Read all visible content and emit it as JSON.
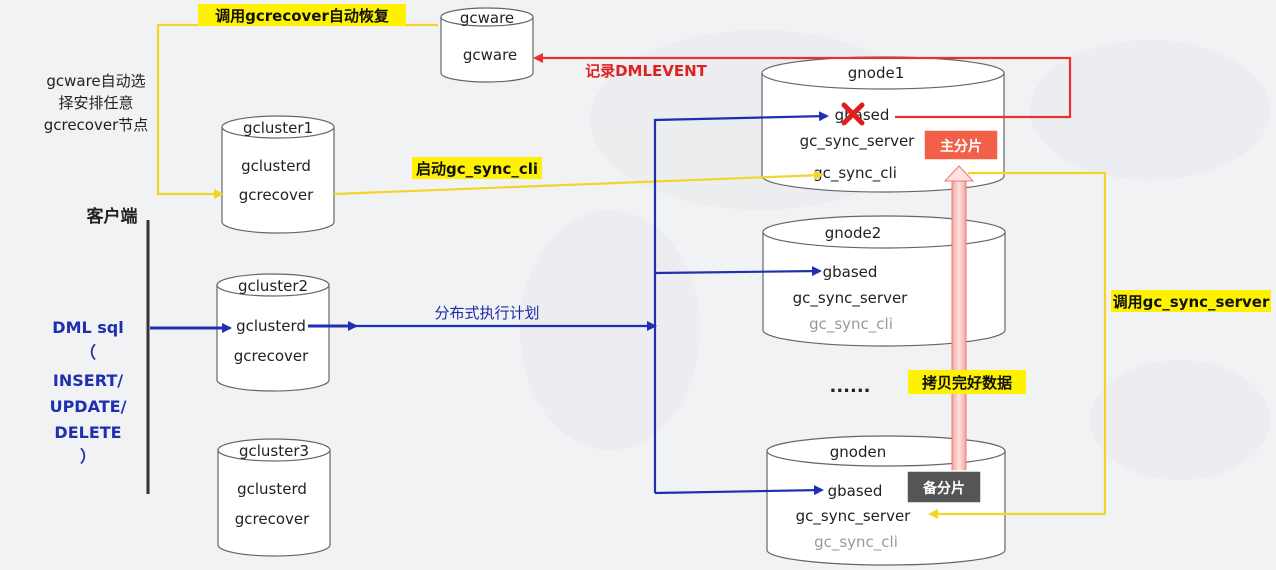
{
  "gcware": {
    "title": "gcware",
    "label": "gcware"
  },
  "gcluster1": {
    "title": "gcluster1",
    "items": [
      "gclusterd",
      "gcrecover"
    ]
  },
  "gcluster2": {
    "title": "gcluster2",
    "items": [
      "gclusterd",
      "gcrecover"
    ]
  },
  "gcluster3": {
    "title": "gcluster3",
    "items": [
      "gclusterd",
      "gcrecover"
    ]
  },
  "gnode1": {
    "title": "gnode1",
    "items": [
      "gbased",
      "gc_sync_server",
      "gc_sync_cli"
    ],
    "badge": "主分片"
  },
  "gnode2": {
    "title": "gnode2",
    "items": [
      "gbased",
      "gc_sync_server",
      "gc_sync_cli"
    ]
  },
  "gnoden": {
    "title": "gnoden",
    "items": [
      "gbased",
      "gc_sync_server",
      "gc_sync_cli"
    ],
    "badge": "备分片"
  },
  "annotations": {
    "call_gcrecover": "调用gcrecover自动恢复",
    "record_dmlevent": "记录DMLEVENT",
    "gcware_note": [
      "gcware自动选",
      "择安排任意",
      "gcrecover节点"
    ],
    "start_sync_cli": "启动gc_sync_cli",
    "dist_plan": "分布式执行计划",
    "call_sync_server": "调用gc_sync_server",
    "copy_data": "拷贝完好数据",
    "ellipsis": "......"
  },
  "client": {
    "label": "客户端",
    "dml_lines": [
      "DML  sql",
      "（",
      "INSERT/",
      "UPDATE/",
      "DELETE",
      "）"
    ]
  },
  "colors": {
    "blue_arrow": "#1f2fb0",
    "yellow_arrow": "#f2d42a",
    "red_arrow": "#e83232",
    "highlight": "#fff200",
    "primary_badge": "#f2604a",
    "backup_badge": "#555555"
  }
}
